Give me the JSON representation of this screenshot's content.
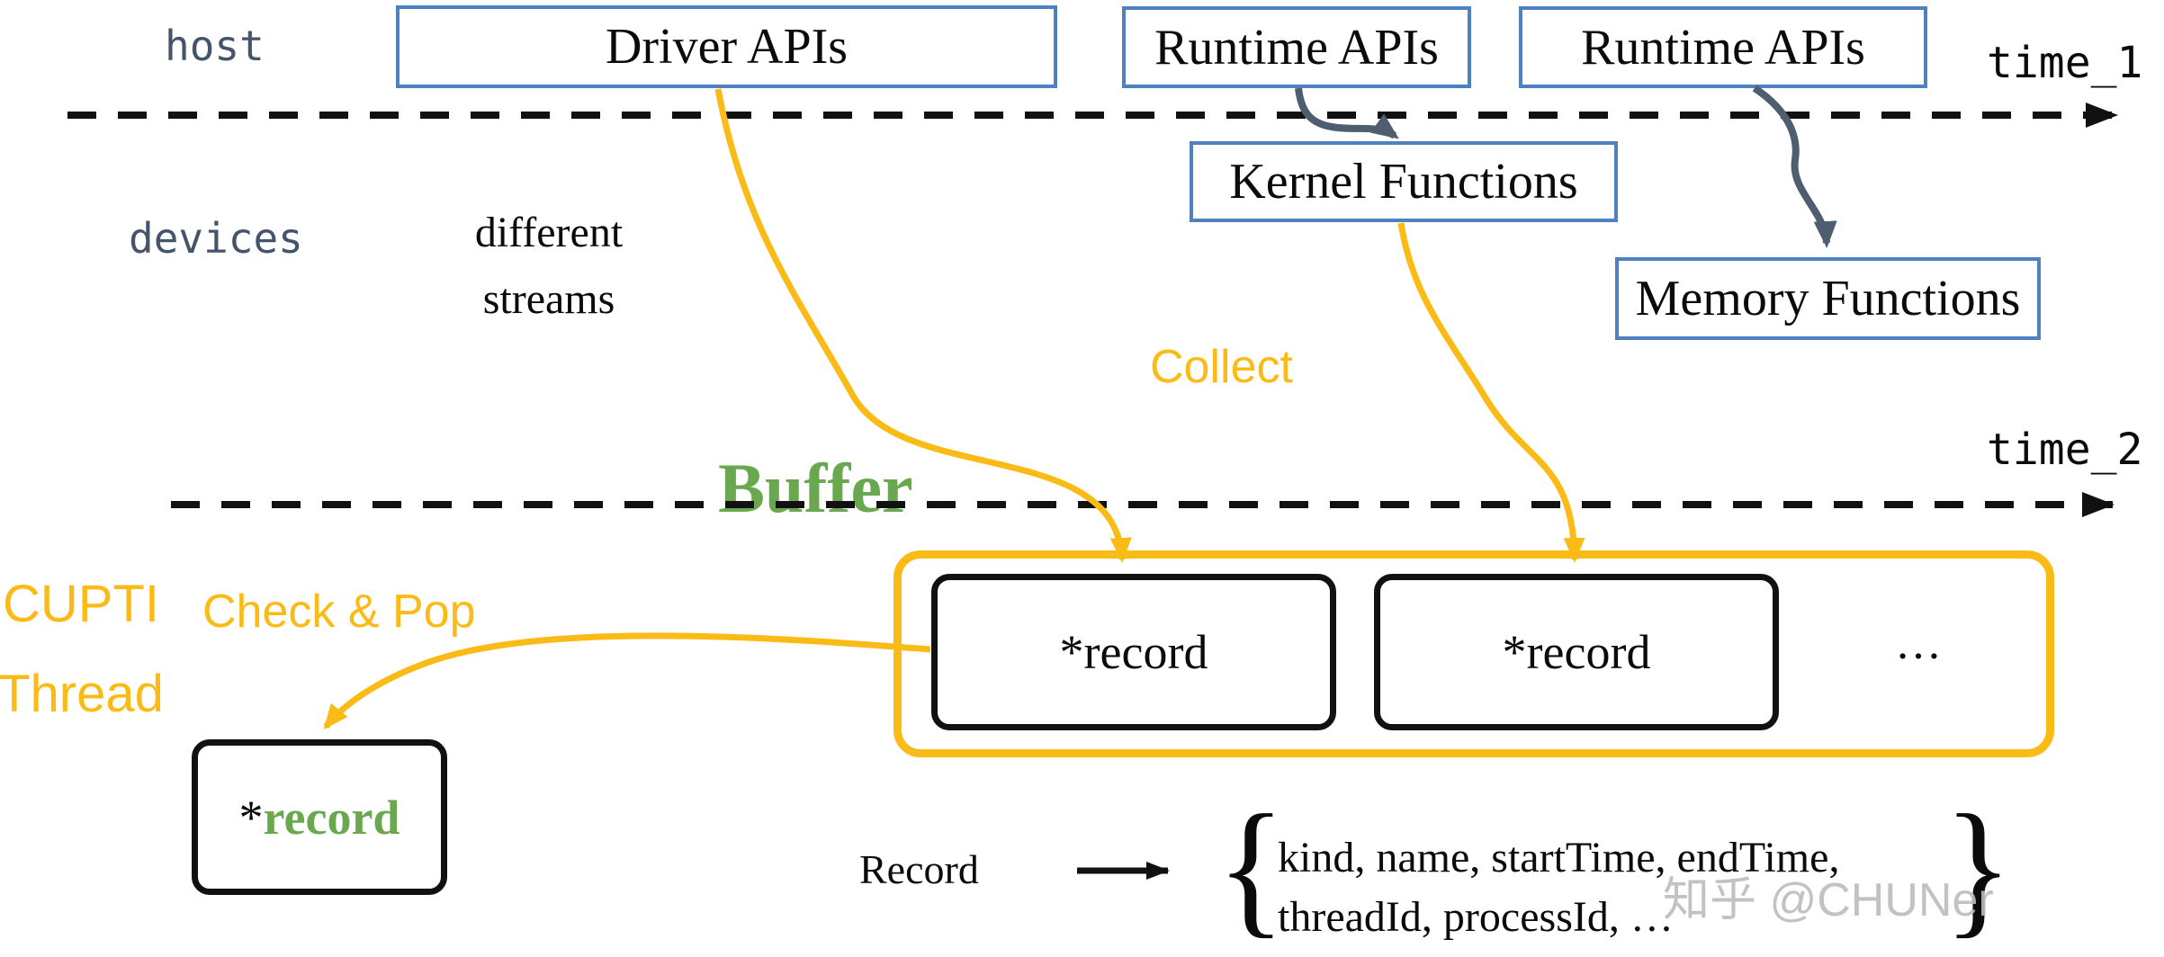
{
  "colors": {
    "accent_yellow": "#FBBB17",
    "box_border_blue": "#4E81BD",
    "green": "#69A84F",
    "slate_arrow": "#4E5D70",
    "lane_label": "#44546A",
    "ink": "#111111",
    "watermark_gray": "#BCBCBC"
  },
  "lanes": {
    "host": "host",
    "devices": "devices"
  },
  "timeline": {
    "time1": "time_1",
    "time2": "time_2"
  },
  "host_boxes": {
    "driver": "Driver APIs",
    "runtime1": "Runtime APIs",
    "runtime2": "Runtime APIs"
  },
  "device_boxes": {
    "kernel": "Kernel Functions",
    "memory": "Memory Functions"
  },
  "annotations": {
    "different_line1": "different",
    "different_line2": "streams",
    "collect": "Collect",
    "buffer_title": "Buffer",
    "cupti_line1": "CUPTI",
    "cupti_line2": "Thread",
    "check_pop": "Check & Pop",
    "ellipsis": "…"
  },
  "buffer": {
    "record1": "*record",
    "record2": "*record"
  },
  "popped_record": {
    "star": "*",
    "text": "record"
  },
  "record_schema": {
    "label": "Record",
    "open_brace": "{",
    "close_brace": "}",
    "line1": "kind, name, startTime, endTime,",
    "line2": "threadId, processId, …"
  },
  "watermark": "知乎 @CHUNer"
}
